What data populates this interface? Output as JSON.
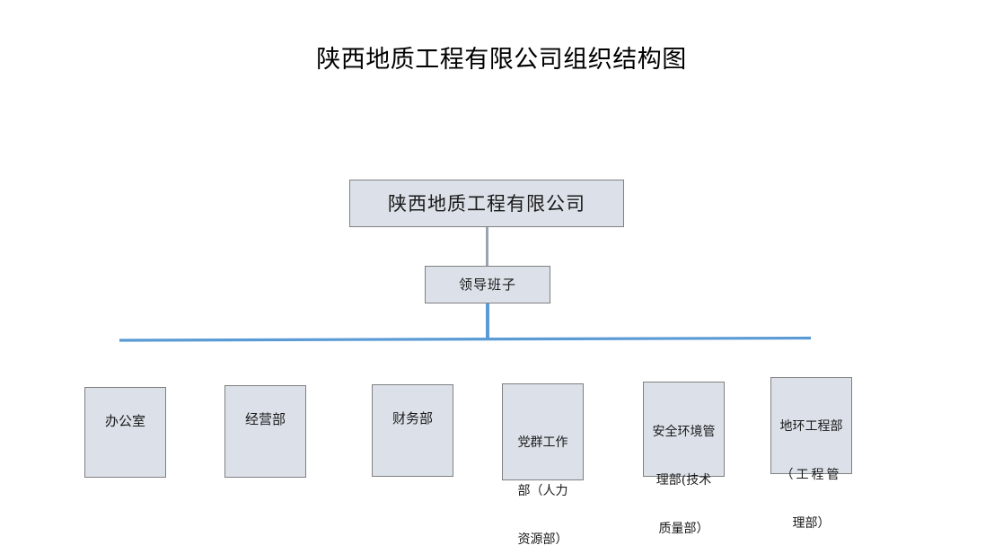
{
  "document": {
    "title": "陕西地质工程有限公司组织结构图",
    "type": "organization-chart"
  },
  "colors": {
    "node_fill": "#DCE1E9",
    "node_border": "#808080",
    "connector_blue": "#5B9BD5",
    "connector_gray": "#9AA3B2",
    "text": "#1A1A1A",
    "background": "#FFFFFF"
  },
  "chart": {
    "root": {
      "label": "陕西地质工程有限公司",
      "level": 0
    },
    "leadership": {
      "label": "领导班子",
      "level": 1
    },
    "departments": [
      {
        "label": "办公室"
      },
      {
        "label": "经营部"
      },
      {
        "label": "财务部"
      },
      {
        "label": "党群工作部（人力\n资源部）",
        "line1": "党群工作",
        "line2": "部（人力",
        "line3": "资源部）"
      },
      {
        "label": "安全环境管理部（技术质量部）",
        "line1": "安全环境管",
        "line2": "理部(技术",
        "line3": "质量部）"
      },
      {
        "label": "地环工程部（工程管理部）",
        "line1": "地环工程部",
        "line2": "（工程管",
        "line3": "理部）"
      }
    ]
  }
}
